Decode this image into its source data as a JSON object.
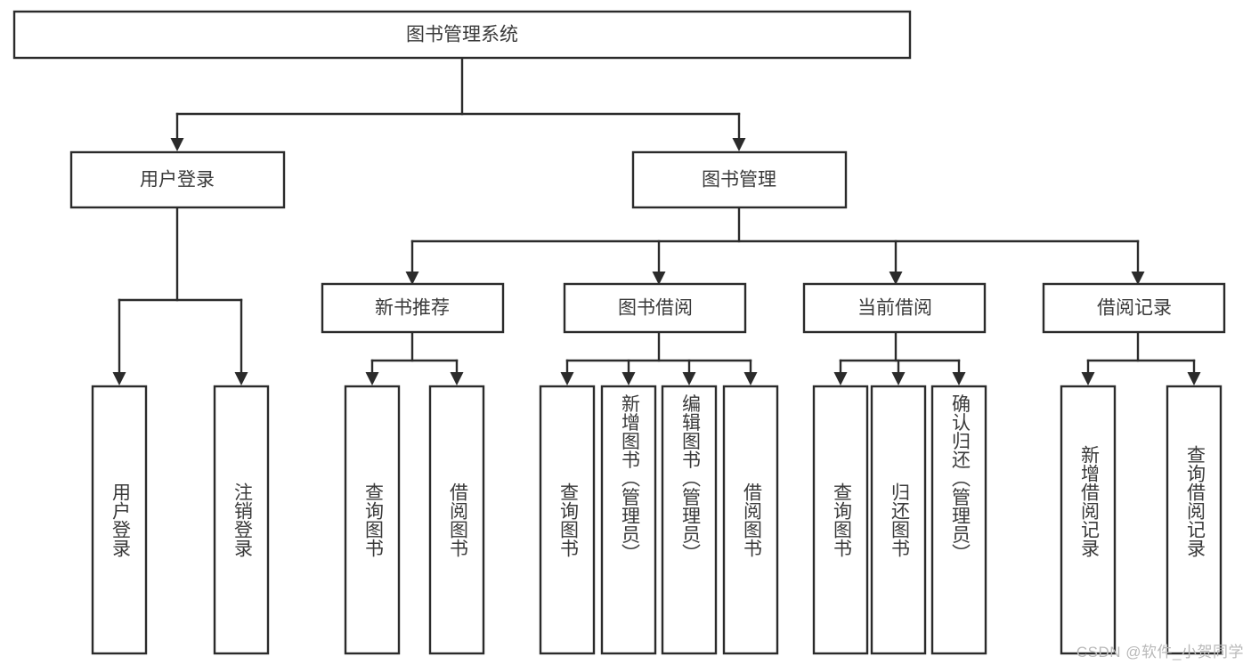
{
  "diagram": {
    "title": "图书管理系统",
    "type": "tree-hierarchy",
    "root": {
      "label": "图书管理系统"
    },
    "level2": [
      {
        "label": "用户登录"
      },
      {
        "label": "图书管理"
      }
    ],
    "level3": [
      {
        "label": "新书推荐",
        "parent": "图书管理"
      },
      {
        "label": "图书借阅",
        "parent": "图书管理"
      },
      {
        "label": "当前借阅",
        "parent": "图书管理"
      },
      {
        "label": "借阅记录",
        "parent": "图书管理"
      }
    ],
    "leaves": [
      {
        "label": "用户登录",
        "parent": "用户登录",
        "orientation": "vertical"
      },
      {
        "label": "注销登录",
        "parent": "用户登录",
        "orientation": "vertical"
      },
      {
        "label": "查询图书",
        "parent": "新书推荐",
        "orientation": "vertical"
      },
      {
        "label": "借阅图书",
        "parent": "新书推荐",
        "orientation": "vertical"
      },
      {
        "label": "查询图书",
        "parent": "图书借阅",
        "orientation": "vertical"
      },
      {
        "label": "新增图书（管理员）",
        "parent": "图书借阅",
        "orientation": "vertical"
      },
      {
        "label": "编辑图书（管理员）",
        "parent": "图书借阅",
        "orientation": "vertical"
      },
      {
        "label": "借阅图书",
        "parent": "图书借阅",
        "orientation": "vertical"
      },
      {
        "label": "查询图书",
        "parent": "当前借阅",
        "orientation": "vertical"
      },
      {
        "label": "归还图书",
        "parent": "当前借阅",
        "orientation": "vertical"
      },
      {
        "label": "确认归还（管理员）",
        "parent": "当前借阅",
        "orientation": "vertical"
      },
      {
        "label": "新增借阅记录",
        "parent": "借阅记录",
        "orientation": "vertical"
      },
      {
        "label": "查询借阅记录",
        "parent": "借阅记录",
        "orientation": "vertical"
      }
    ]
  },
  "watermark": {
    "text": "CSDN @软件_小贺同学"
  },
  "colors": {
    "stroke": "#2b2b2b",
    "box_fill": "#ffffff",
    "text": "#3a3a3a",
    "watermark": "#b9b9b9",
    "background": "#ffffff"
  }
}
